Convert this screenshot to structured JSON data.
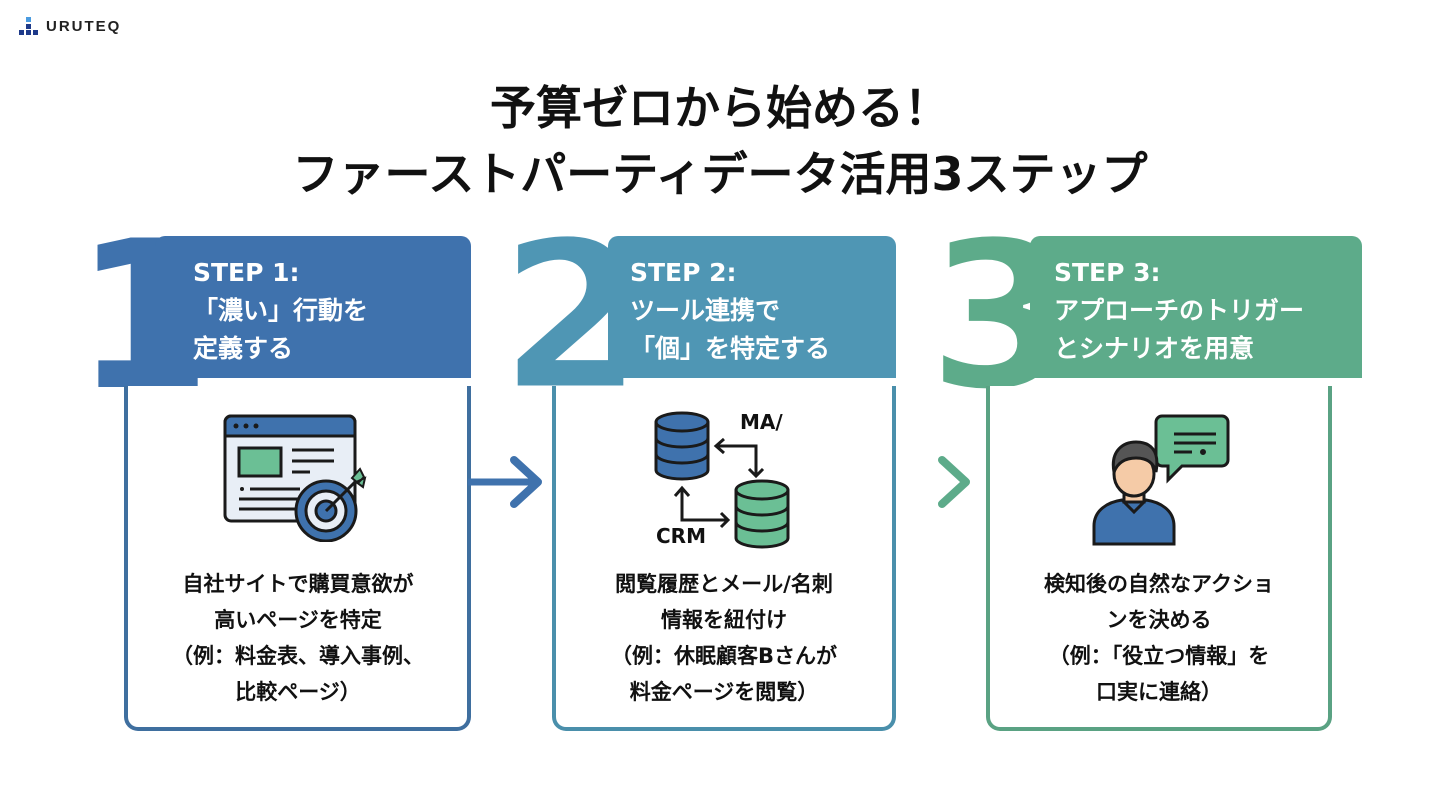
{
  "brand": {
    "name": "URUTEQ",
    "logo_icon": "bar-blocks-logo-icon"
  },
  "title": {
    "line1": "予算ゼロから始める！",
    "line2": "ファーストパーティデータ活用3ステップ"
  },
  "colors": {
    "step1": "#3f72ad",
    "step2": "#4f96b4",
    "step3": "#5dab8a",
    "icon_green": "#6bbf95",
    "icon_blue": "#3f72ad"
  },
  "steps": [
    {
      "number": "1",
      "label": "STEP 1:",
      "heading_lines": [
        "「濃い」行動を",
        "定義する"
      ],
      "icon": "webpage-target-icon",
      "desc_lines": [
        "自社サイトで購買意欲が",
        "高いページを特定",
        "（例：料金表、導入事例、",
        "比較ページ）"
      ]
    },
    {
      "number": "2",
      "label": "STEP 2:",
      "heading_lines": [
        "ツール連携で",
        "「個」を特定する"
      ],
      "icon": "database-sync-icon",
      "icon_labels": {
        "top": "MA/",
        "bottom": "CRM"
      },
      "desc_lines": [
        "閲覧履歴とメール/名刺",
        "情報を紐付け",
        "（例：休眠顧客Bさんが",
        "料金ページを閲覧）"
      ]
    },
    {
      "number": "3",
      "label": "STEP 3:",
      "heading_lines": [
        "アプローチのトリガー",
        "とシナリオを用意"
      ],
      "icon": "person-speech-bubble-icon",
      "desc_lines": [
        "検知後の自然なアクショ",
        "ンを決める",
        "（例：「役立つ情報」を",
        "口実に連絡）"
      ]
    }
  ],
  "arrows": [
    "arrow-right-icon",
    "arrow-right-icon"
  ]
}
